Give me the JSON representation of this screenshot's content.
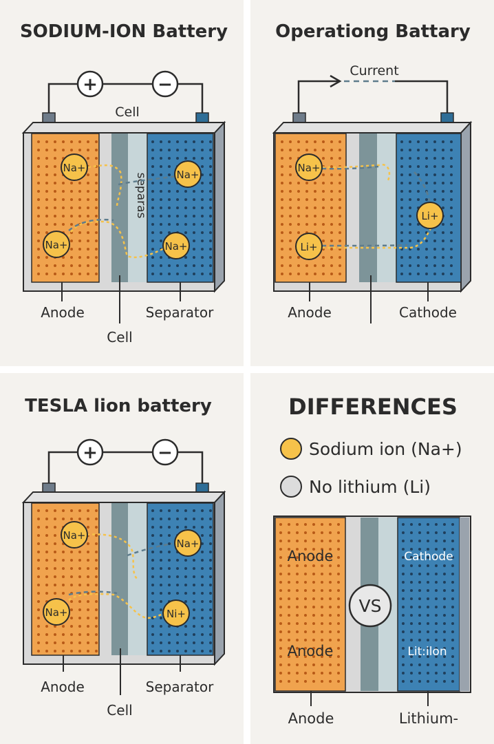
{
  "panel1": {
    "title": "SODIUM-ION Battery",
    "plus": "+",
    "minus": "−",
    "cell_top": "Cell",
    "ion_a": "Na+",
    "ion_b": "Na+",
    "ion_c": "Na+",
    "ion_d": "Na+",
    "separator_text": "separas",
    "label_anode": "Anode",
    "label_separator": "Separator",
    "label_cell": "Cell"
  },
  "panel2": {
    "title": "Operationg Battary",
    "current": "Current",
    "ion_a": "Na+",
    "ion_b": "Li+",
    "ion_c": "Li+",
    "label_anode": "Anode",
    "label_cathode": "Cathode"
  },
  "panel3": {
    "title": "TESLA lion battery",
    "plus": "+",
    "minus": "−",
    "ion_a": "Na+",
    "ion_b": "Na+",
    "ion_c": "Na+",
    "ion_d": "Ni+",
    "label_anode": "Anode",
    "label_separator": "Separator",
    "label_cell": "Cell"
  },
  "panel4": {
    "title": "DIFFERENCES",
    "legend_sodium": "Sodium ion (Na+)",
    "legend_lithium": "No lithium (Li)",
    "anode_top": "Anode",
    "anode_bottom": "Anode",
    "vs": "VS",
    "cathode": "Cathode",
    "lit_ion": "Lit:ilon",
    "label_anode": "Anode",
    "label_lithium": "Lithium-"
  },
  "colors": {
    "orange": "#f0a34e",
    "blue": "#3d82b4",
    "ion": "#f6c24a",
    "separator_dark": "#7d9499",
    "separator_light": "#c7d6d9",
    "panel_bg": "#f4f2ee"
  }
}
